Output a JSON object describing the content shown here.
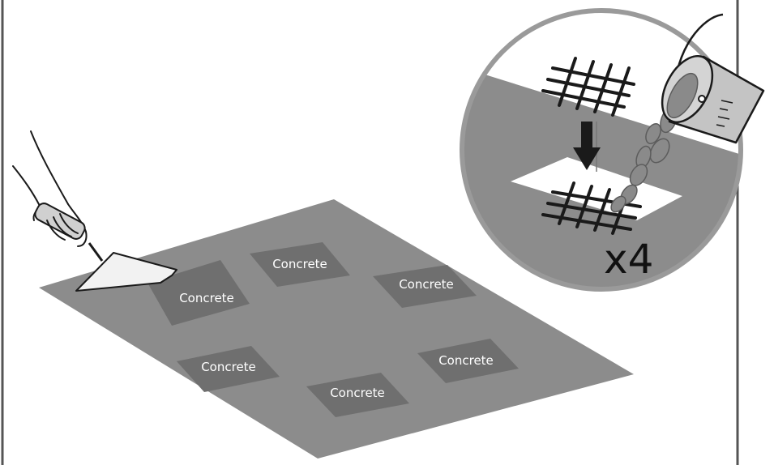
{
  "diagram": {
    "pad_labels": [
      "Concrete",
      "Concrete",
      "Concrete",
      "Concrete",
      "Concrete",
      "Concrete"
    ],
    "multiplier": "x4"
  },
  "colors": {
    "slab": "#8c8c8c",
    "pad": "#6f6f6f",
    "outline": "#1a1a1a",
    "circle_border": "#9a9a9a",
    "bucket": "#c4c4c4",
    "stones": "#8a8a8a"
  },
  "icons": [
    "trowel-icon",
    "hand-icon",
    "bucket-icon",
    "rebar-mesh-icon",
    "down-arrow-icon"
  ]
}
